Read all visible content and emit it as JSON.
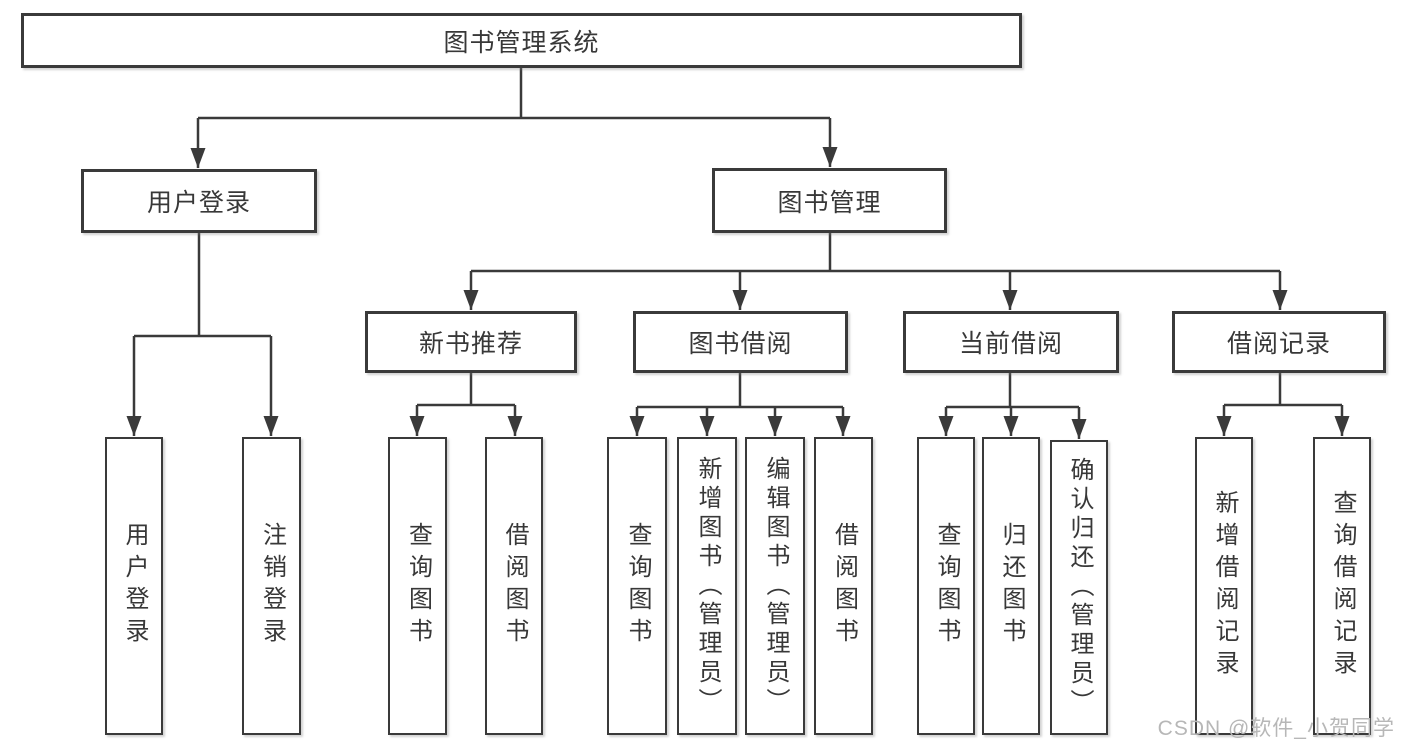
{
  "diagram": {
    "root": "图书管理系统",
    "login_branch": {
      "label": "用户登录",
      "children": [
        "用户登录",
        "注销登录"
      ]
    },
    "management_branch": {
      "label": "图书管理",
      "sections": [
        {
          "label": "新书推荐",
          "children": [
            "查询图书",
            "借阅图书"
          ]
        },
        {
          "label": "图书借阅",
          "children": [
            "查询图书",
            "新增图书（管理员）",
            "编辑图书（管理员）",
            "借阅图书"
          ]
        },
        {
          "label": "当前借阅",
          "children": [
            "查询图书",
            "归还图书",
            "确认归还（管理员）"
          ]
        },
        {
          "label": "借阅记录",
          "children": [
            "新增借阅记录",
            "查询借阅记录"
          ]
        }
      ]
    }
  },
  "watermark": "CSDN @软件_小贺同学",
  "colors": {
    "line": "#3a3a3a",
    "text": "#383838",
    "watermark": "#b7b7b7",
    "background": "#ffffff"
  }
}
